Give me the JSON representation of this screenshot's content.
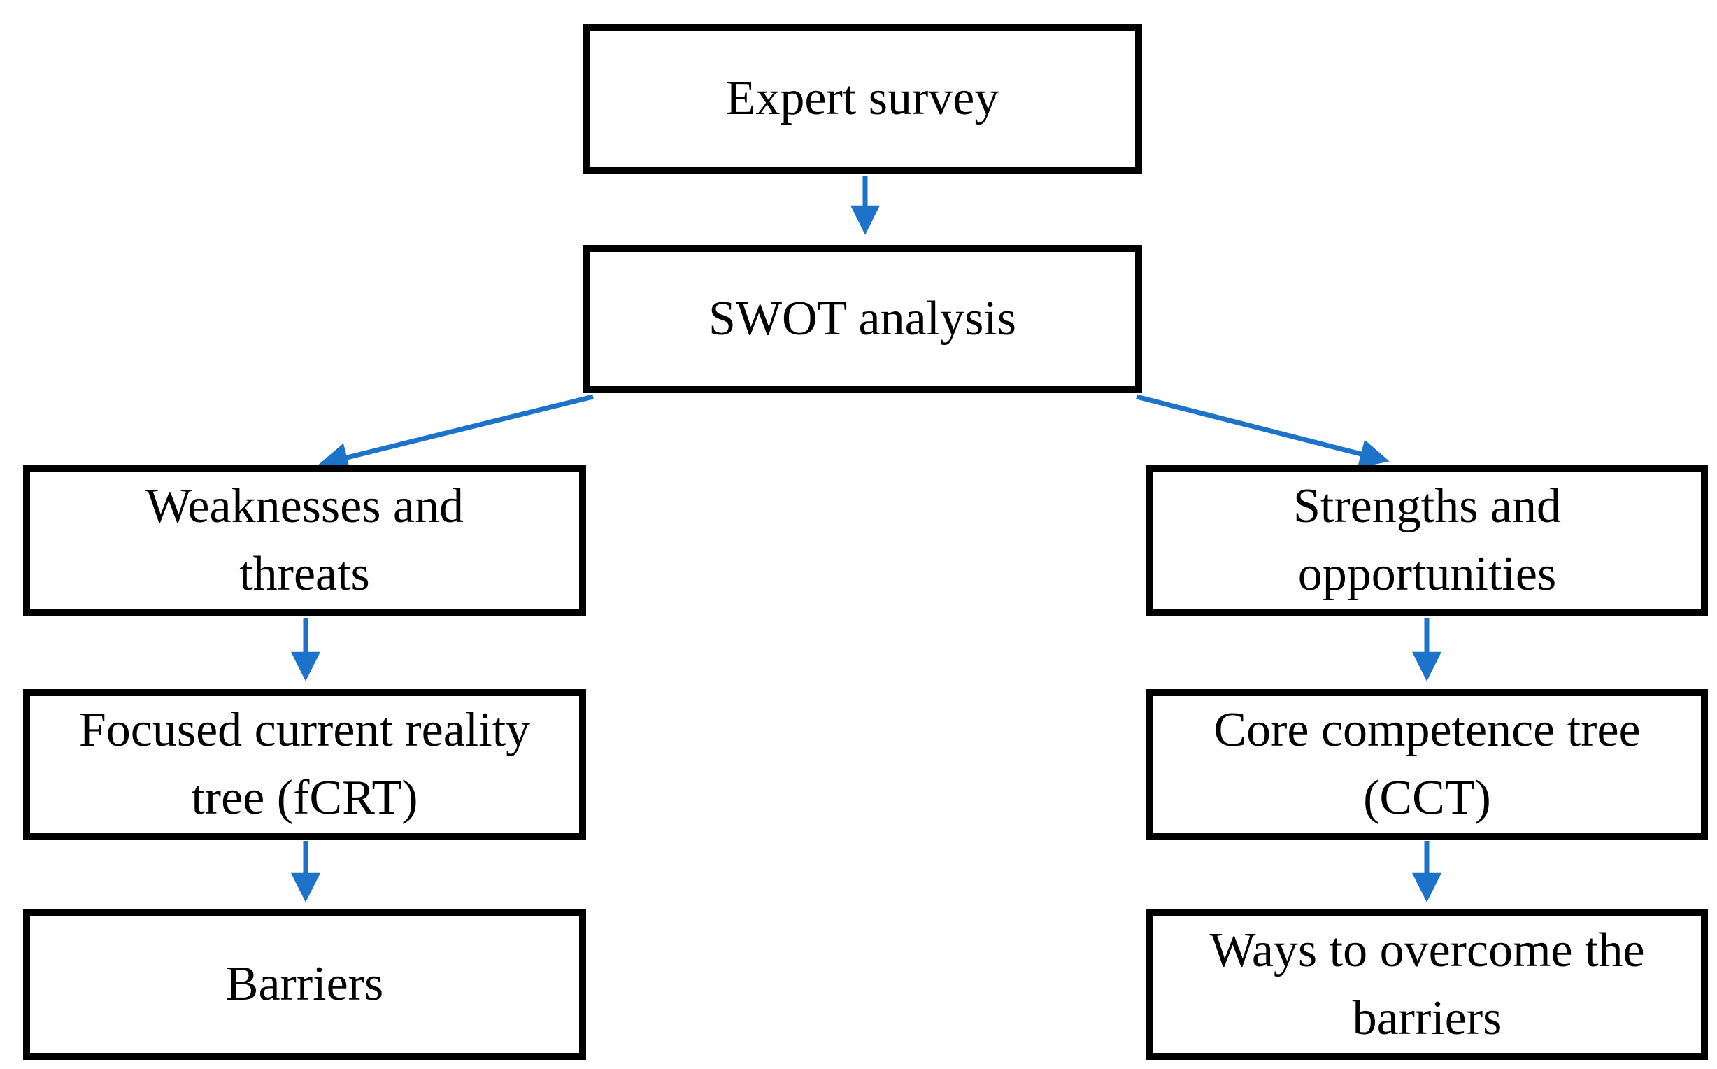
{
  "diagram": {
    "nodes": [
      {
        "id": "expert-survey",
        "label": "Expert survey"
      },
      {
        "id": "swot-analysis",
        "label": "SWOT analysis"
      },
      {
        "id": "weaknesses-threats",
        "label": "Weaknesses and threats"
      },
      {
        "id": "strengths-opportunities",
        "label": "Strengths and opportunities"
      },
      {
        "id": "fcrt",
        "label": "Focused current reality tree (fCRT)"
      },
      {
        "id": "cct",
        "label": "Core competence tree (CCT)"
      },
      {
        "id": "barriers",
        "label": "Barriers"
      },
      {
        "id": "ways-overcome",
        "label": "Ways to overcome the barriers"
      }
    ],
    "edges": [
      {
        "from": "expert-survey",
        "to": "swot-analysis"
      },
      {
        "from": "swot-analysis",
        "to": "weaknesses-threats"
      },
      {
        "from": "swot-analysis",
        "to": "strengths-opportunities"
      },
      {
        "from": "weaknesses-threats",
        "to": "fcrt"
      },
      {
        "from": "fcrt",
        "to": "barriers"
      },
      {
        "from": "strengths-opportunities",
        "to": "cct"
      },
      {
        "from": "cct",
        "to": "ways-overcome"
      }
    ],
    "colors": {
      "arrow": "#1D73C9",
      "node_border": "#000000",
      "node_fill": "#FFFFFF",
      "text": "#000000",
      "background": "#FFFFFF"
    }
  }
}
